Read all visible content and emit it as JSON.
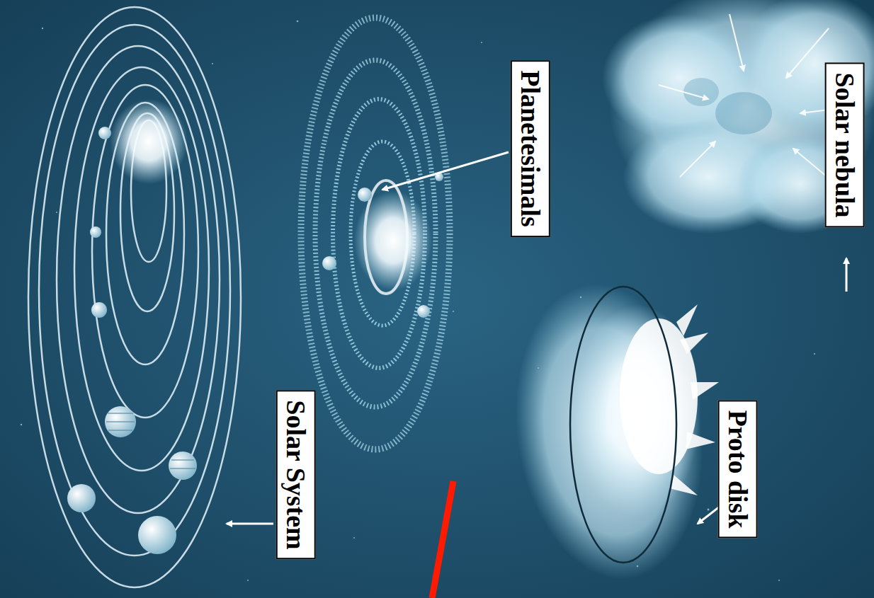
{
  "diagram": {
    "nodes": [
      {
        "text": [
          "Solar nebula"
        ]
      },
      {
        "text": [
          "Proto disk"
        ]
      },
      {
        "text": [
          "Planetesimals"
        ]
      },
      {
        "text": [
          "Solar System"
        ]
      }
    ]
  }
}
